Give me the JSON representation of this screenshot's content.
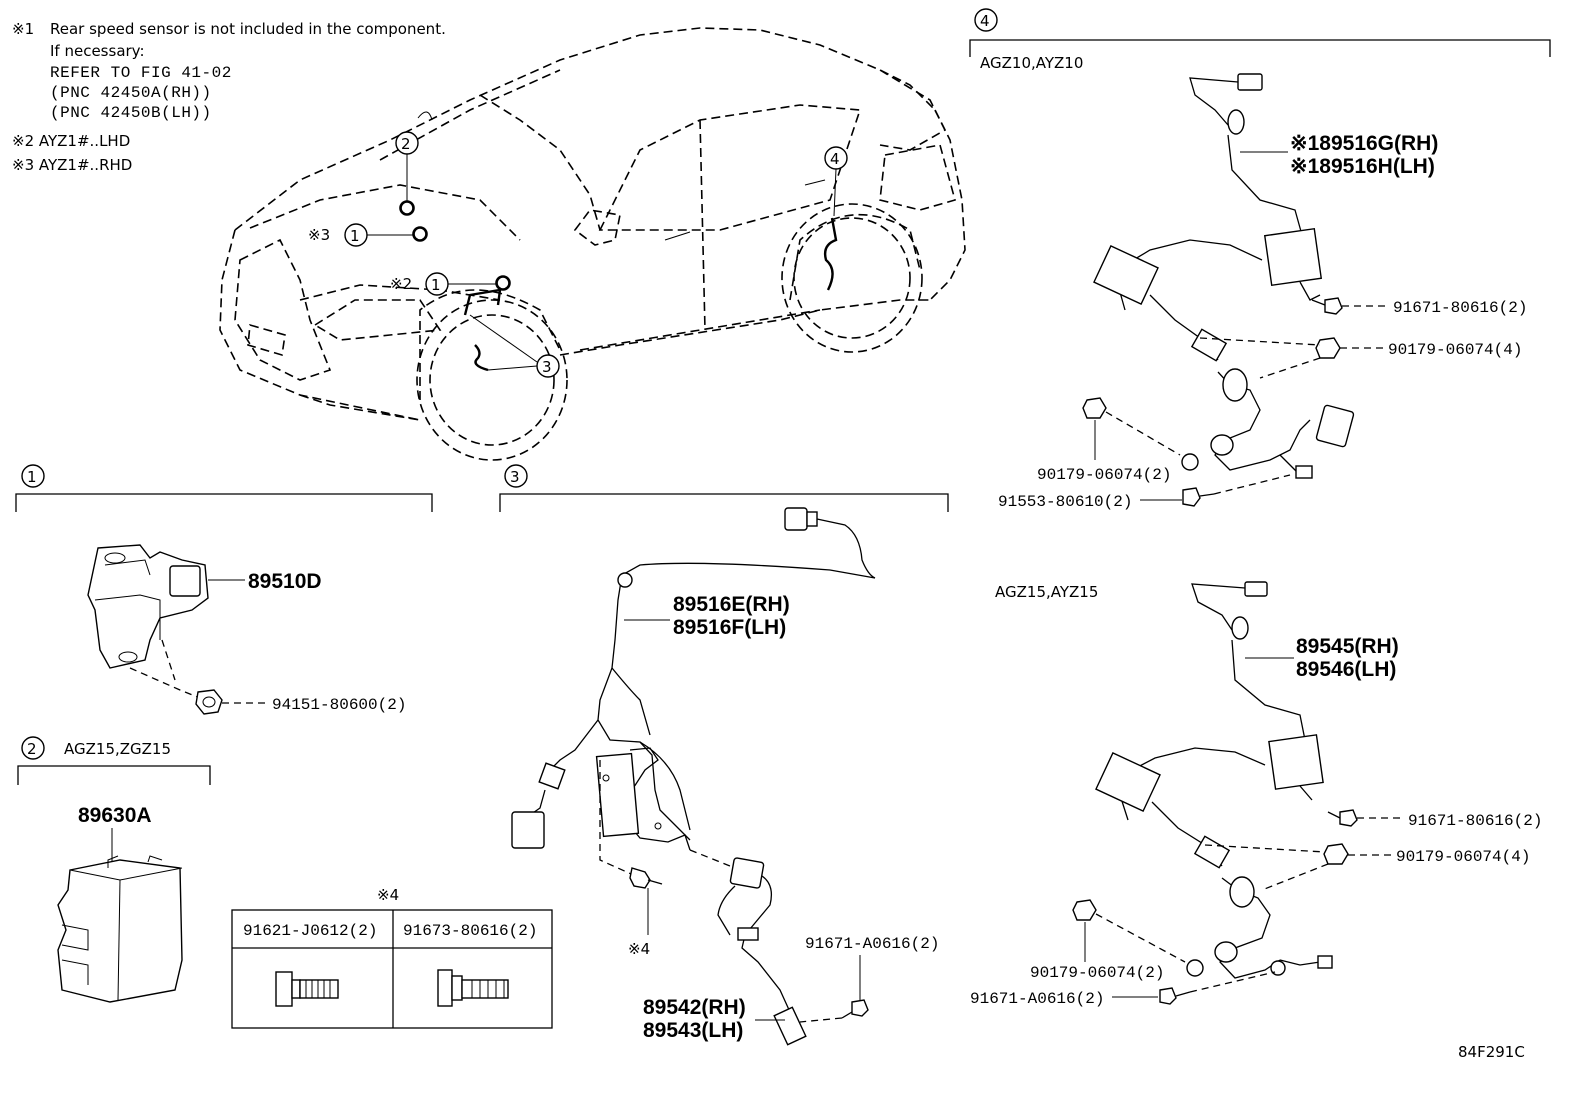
{
  "notes": {
    "note1_mark": "※1",
    "note1_text": "Rear speed sensor is not included in the component.",
    "note1_sub": "If necessary:",
    "note1_ref": "REFER TO FIG 41-02",
    "note1_pnc_rh": "(PNC 42450A(RH))",
    "note1_pnc_lh": "(PNC 42450B(LH))",
    "note2": "※2 AYZ1#..LHD",
    "note3": "※3 AYZ1#..RHD"
  },
  "car_callouts": {
    "c1": "1",
    "c2": "2",
    "c3": "3",
    "c4": "4",
    "mark2": "※2",
    "mark3": "※3"
  },
  "section1": {
    "num": "1",
    "sensor": "89510D",
    "nut": "94151-80600(2)"
  },
  "section2": {
    "num": "2",
    "variant": "AGZ15,ZGZ15",
    "ecu": "89630A"
  },
  "section3": {
    "num": "3",
    "harness_rh": "89516E(RH)",
    "harness_lh": "89516F(LH)",
    "bolt_mark": "※4",
    "bolt2": "91671-A0616(2)",
    "sensor_rh": "89542(RH)",
    "sensor_lh": "89543(LH)"
  },
  "section4": {
    "num": "4",
    "variant_a": "AGZ10,AYZ10",
    "a_harness_rh": "※189516G(RH)",
    "a_harness_lh": "※189516H(LH)",
    "a_bolt": "91671-80616(2)",
    "a_nut_right": "90179-06074(4)",
    "a_nut_left": "90179-06074(2)",
    "a_bolt_left": "91553-80610(2)",
    "variant_b": "AGZ15,AYZ15",
    "b_harness_rh": "89545(RH)",
    "b_harness_lh": "89546(LH)",
    "b_bolt": "91671-80616(2)",
    "b_nut_right": "90179-06074(4)",
    "b_nut_left": "90179-06074(2)",
    "b_bolt_left": "91671-A0616(2)"
  },
  "bolt_table": {
    "mark": "※4",
    "col1": "91621-J0612(2)",
    "col2": "91673-80616(2)"
  },
  "figure_code": "84F291C"
}
